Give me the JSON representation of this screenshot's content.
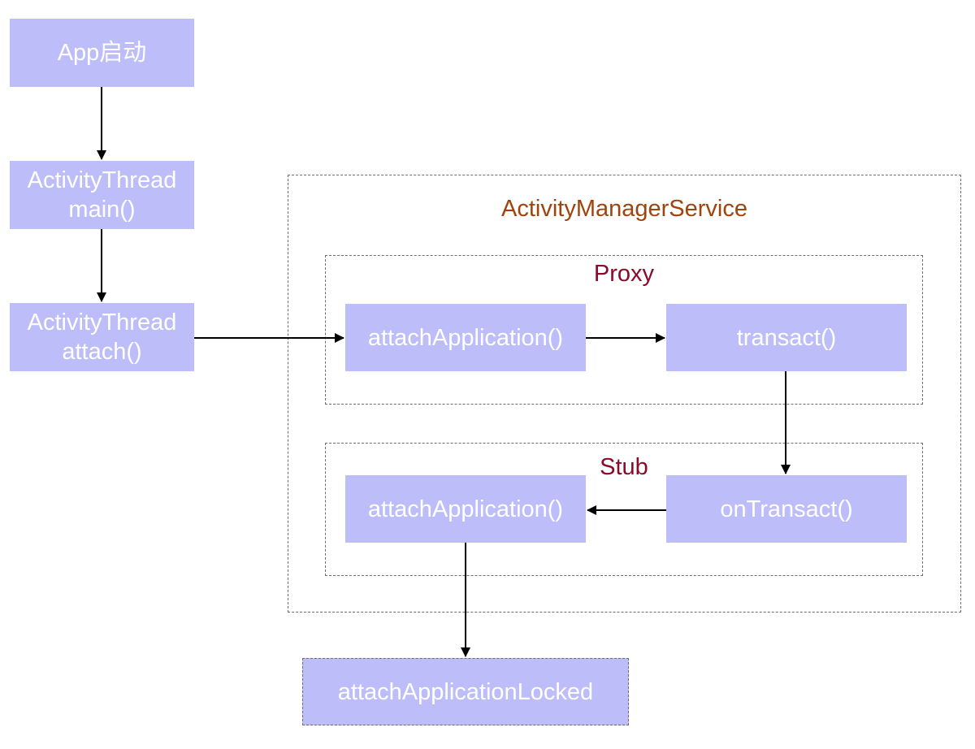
{
  "nodes": {
    "app_start": {
      "label": "App启动"
    },
    "thread_main": {
      "line1": "ActivityThread",
      "line2": "main()"
    },
    "thread_attach": {
      "line1": "ActivityThread",
      "line2": "attach()"
    },
    "proxy_attach": {
      "label": "attachApplication()"
    },
    "transact": {
      "label": "transact()"
    },
    "stub_attach": {
      "label": "attachApplication()"
    },
    "on_transact": {
      "label": "onTransact()"
    },
    "locked": {
      "label": "attachApplicationLocked"
    }
  },
  "groups": {
    "ams": {
      "label": "ActivityManagerService",
      "color": "#a0440e"
    },
    "proxy": {
      "label": "Proxy",
      "color": "#8b0a2a"
    },
    "stub": {
      "label": "Stub",
      "color": "#8b0a2a"
    }
  },
  "colors": {
    "node_fill": "#bdbdf9",
    "node_text": "#ffffff",
    "edge": "#000000",
    "group_border": "#6e6e6e"
  },
  "edges": [
    {
      "from": "app_start",
      "to": "thread_main"
    },
    {
      "from": "thread_main",
      "to": "thread_attach"
    },
    {
      "from": "thread_attach",
      "to": "proxy_attach"
    },
    {
      "from": "proxy_attach",
      "to": "transact"
    },
    {
      "from": "transact",
      "to": "on_transact"
    },
    {
      "from": "on_transact",
      "to": "stub_attach"
    },
    {
      "from": "stub_attach",
      "to": "locked"
    }
  ]
}
